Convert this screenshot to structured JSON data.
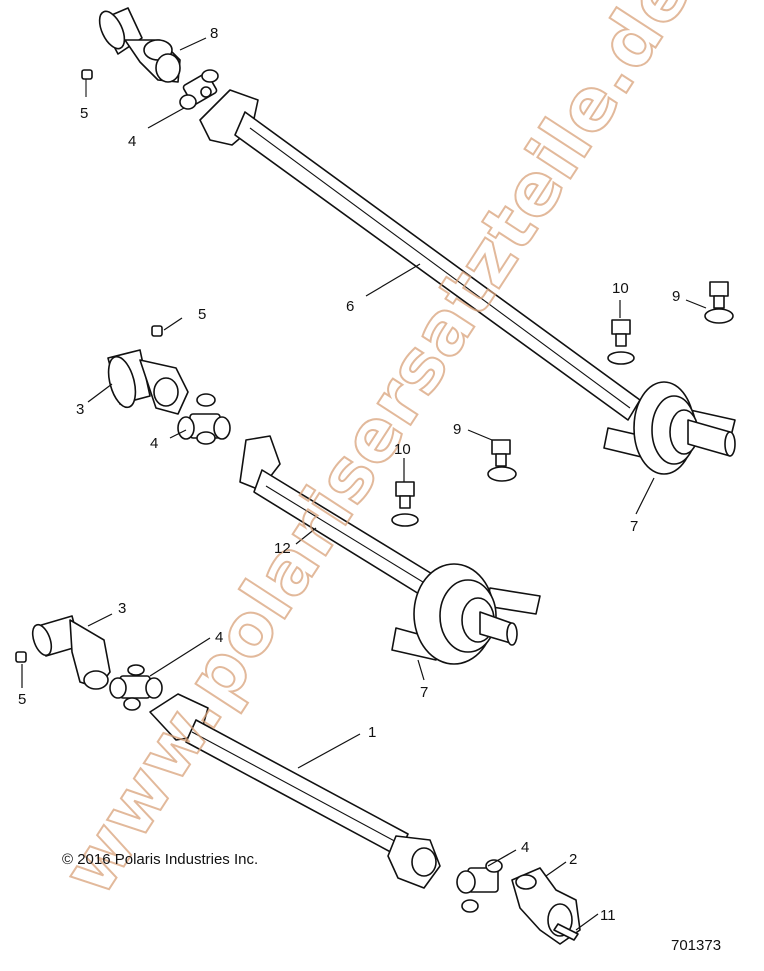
{
  "watermark": "www.polarisersatzteile.de",
  "copyright": "© 2016 Polaris Industries Inc.",
  "figure_number": "701373",
  "callouts": {
    "c8": "8",
    "c5a": "5",
    "c4a": "4",
    "c6": "6",
    "c10a": "10",
    "c9a": "9",
    "c5b": "5",
    "c3a": "3",
    "c4b": "4",
    "c10b": "10",
    "c9b": "9",
    "c12": "12",
    "c7a": "7",
    "c7b": "7",
    "c3b": "3",
    "c4c": "4",
    "c5c": "5",
    "c1": "1",
    "c4d": "4",
    "c2": "2",
    "c11": "11"
  }
}
